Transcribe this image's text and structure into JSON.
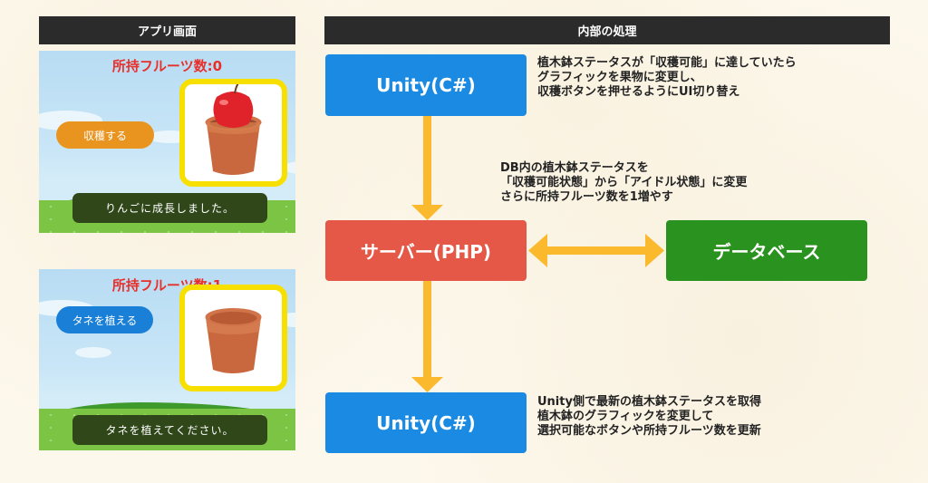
{
  "headers": {
    "left": "アプリ画面",
    "right": "内部の処理"
  },
  "app_screens": [
    {
      "fruit_counter": "所持フルーツ数:0",
      "button_label": "収穫する",
      "button_color": "#ea9420",
      "pot_state": "apple-in-pot",
      "message": "りんごに成長しました。"
    },
    {
      "fruit_counter": "所持フルーツ数:1",
      "button_label": "タネを植える",
      "button_color": "#1a7fd6",
      "pot_state": "empty-pot",
      "message": "タネを植えてください。"
    }
  ],
  "diagram": {
    "nodes": {
      "unity_top": "Unity(C#)",
      "server": "サーバー(PHP)",
      "database": "データベース",
      "unity_bottom": "Unity(C#)"
    },
    "colors": {
      "unity": "#1a8ae3",
      "server": "#e55747",
      "database": "#2a9320",
      "arrow": "#fbb92d"
    },
    "notes": {
      "step1": [
        "植木鉢ステータスが「収穫可能」に達していたら",
        "グラフィックを果物に変更し、",
        "収穫ボタンを押せるようにUI切り替え"
      ],
      "step2": [
        "DB内の植木鉢ステータスを",
        "「収穫可能状態」から「アイドル状態」に変更",
        "さらに所持フルーツ数を1増やす"
      ],
      "step3": [
        "Unity側で最新の植木鉢ステータスを取得",
        "植木鉢のグラフィックを変更して",
        "選択可能なボタンや所持フルーツ数を更新"
      ]
    }
  }
}
